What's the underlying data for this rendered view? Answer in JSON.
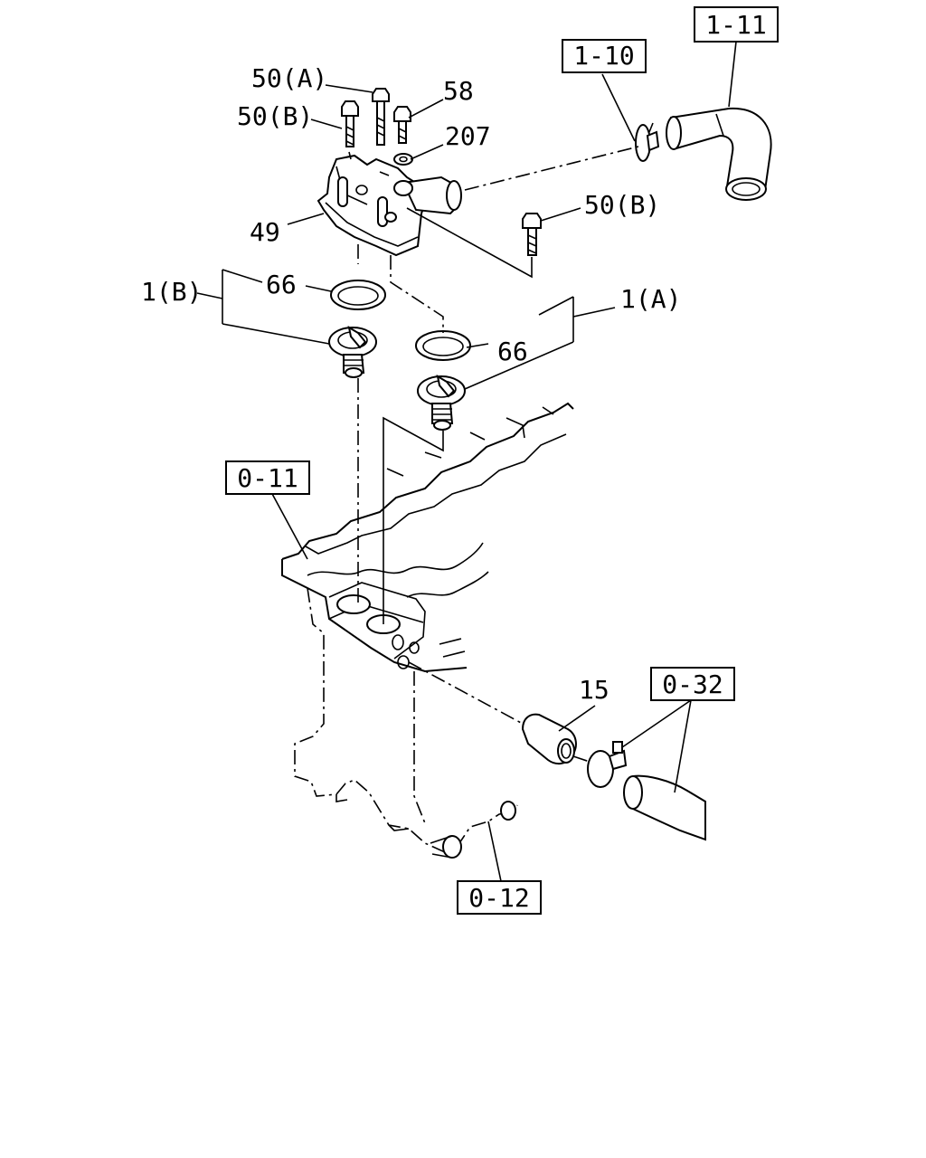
{
  "labels": {
    "ref_1_11": "1-11",
    "ref_1_10": "1-10",
    "ref_0_11": "0-11",
    "ref_0_32": "0-32",
    "ref_0_12": "0-12",
    "bolt_50a": "50(A)",
    "bolt_50b_top": "50(B)",
    "bolt_58": "58",
    "washer_207": "207",
    "housing_49": "49",
    "bolt_50b_right": "50(B)",
    "gasket_66_left": "66",
    "gasket_66_right": "66",
    "thermostat_1b": "1(B)",
    "thermostat_1a": "1(A)",
    "pipe_15": "15"
  },
  "icons": {
    "housing": "thermostat-housing-icon",
    "hose_upper": "elbow-hose-icon",
    "hose_lower": "hose-icon",
    "block": "cylinder-head-icon"
  }
}
